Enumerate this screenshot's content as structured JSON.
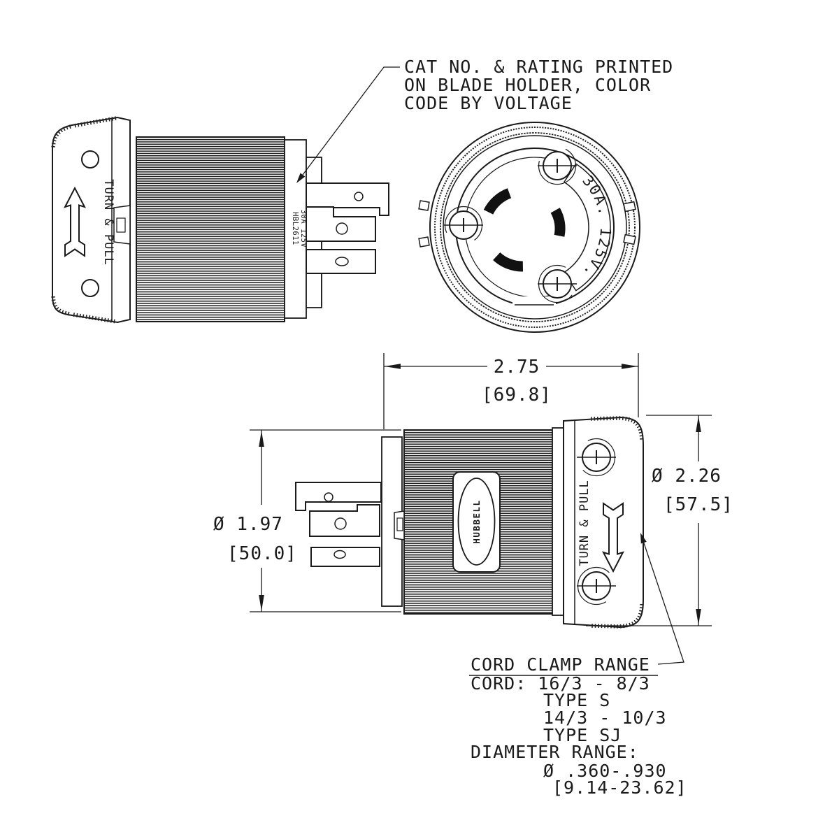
{
  "colors": {
    "ink": "#1a1a1a",
    "paper": "#ffffff"
  },
  "callout": {
    "lines": [
      "CAT NO. & RATING PRINTED",
      "ON BLADE HOLDER, COLOR",
      "CODE BY VOLTAGE"
    ]
  },
  "top_side_view": {
    "turn_pull_label": "TURN & PULL",
    "marking_line1": "HBL2611",
    "marking_line2": "30A 125V"
  },
  "front_view": {
    "rating_label": "30A. 125V."
  },
  "bottom_side_view": {
    "turn_pull_label": "TURN & PULL",
    "logo_label": "HUBBELL"
  },
  "dimensions": {
    "overall_length_in": "2.75",
    "overall_length_mm": "[69.8]",
    "body_diameter_in": "Ø 1.97",
    "body_diameter_mm": "[50.0]",
    "clamp_diameter_in": "Ø 2.26",
    "clamp_diameter_mm": "[57.5]"
  },
  "cord_clamp_note": {
    "title": "CORD CLAMP RANGE",
    "lines": [
      "CORD: 16/3 - 8/3",
      "TYPE S",
      "14/3 - 10/3",
      "TYPE SJ",
      "DIAMETER RANGE:",
      "Ø .360-.930",
      "[9.14-23.62]"
    ]
  }
}
